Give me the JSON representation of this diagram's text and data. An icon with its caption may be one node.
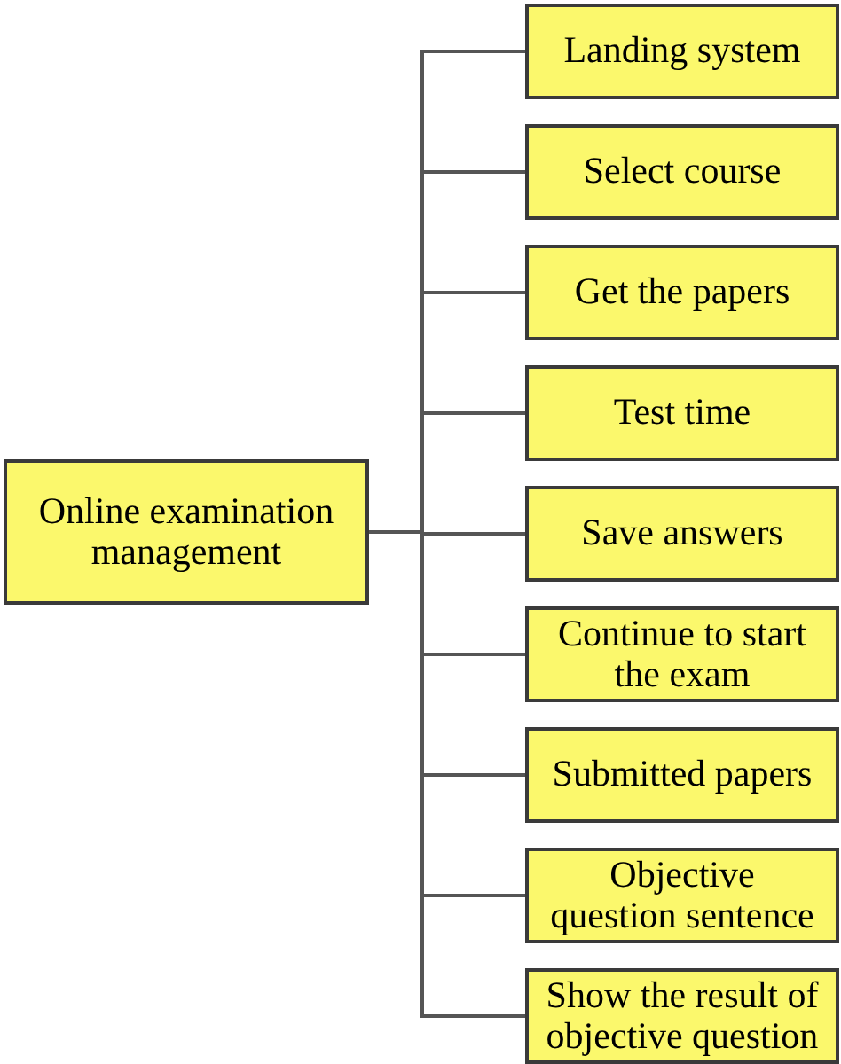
{
  "diagram": {
    "nodes": [
      {
        "text": [
          "Online examination management"
        ]
      },
      {
        "text": [
          "Landing system"
        ]
      },
      {
        "text": [
          "Select course"
        ]
      },
      {
        "text": [
          "Get the papers"
        ]
      },
      {
        "text": [
          "Test time"
        ]
      },
      {
        "text": [
          "Save answers"
        ]
      },
      {
        "text": [
          "Continue to start the exam"
        ]
      },
      {
        "text": [
          "Submitted papers"
        ]
      },
      {
        "text": [
          "Objective question sentence"
        ]
      },
      {
        "text": [
          "Show the result of objective question"
        ]
      }
    ],
    "edges": [
      {
        "from": 0,
        "to": 1,
        "arrow": "none"
      },
      {
        "from": 0,
        "to": 2,
        "arrow": "none"
      },
      {
        "from": 0,
        "to": 3,
        "arrow": "none"
      },
      {
        "from": 0,
        "to": 4,
        "arrow": "none"
      },
      {
        "from": 0,
        "to": 5,
        "arrow": "none"
      },
      {
        "from": 0,
        "to": 6,
        "arrow": "none"
      },
      {
        "from": 0,
        "to": 7,
        "arrow": "none"
      },
      {
        "from": 0,
        "to": 8,
        "arrow": "none"
      },
      {
        "from": 0,
        "to": 9,
        "arrow": "none"
      }
    ]
  }
}
